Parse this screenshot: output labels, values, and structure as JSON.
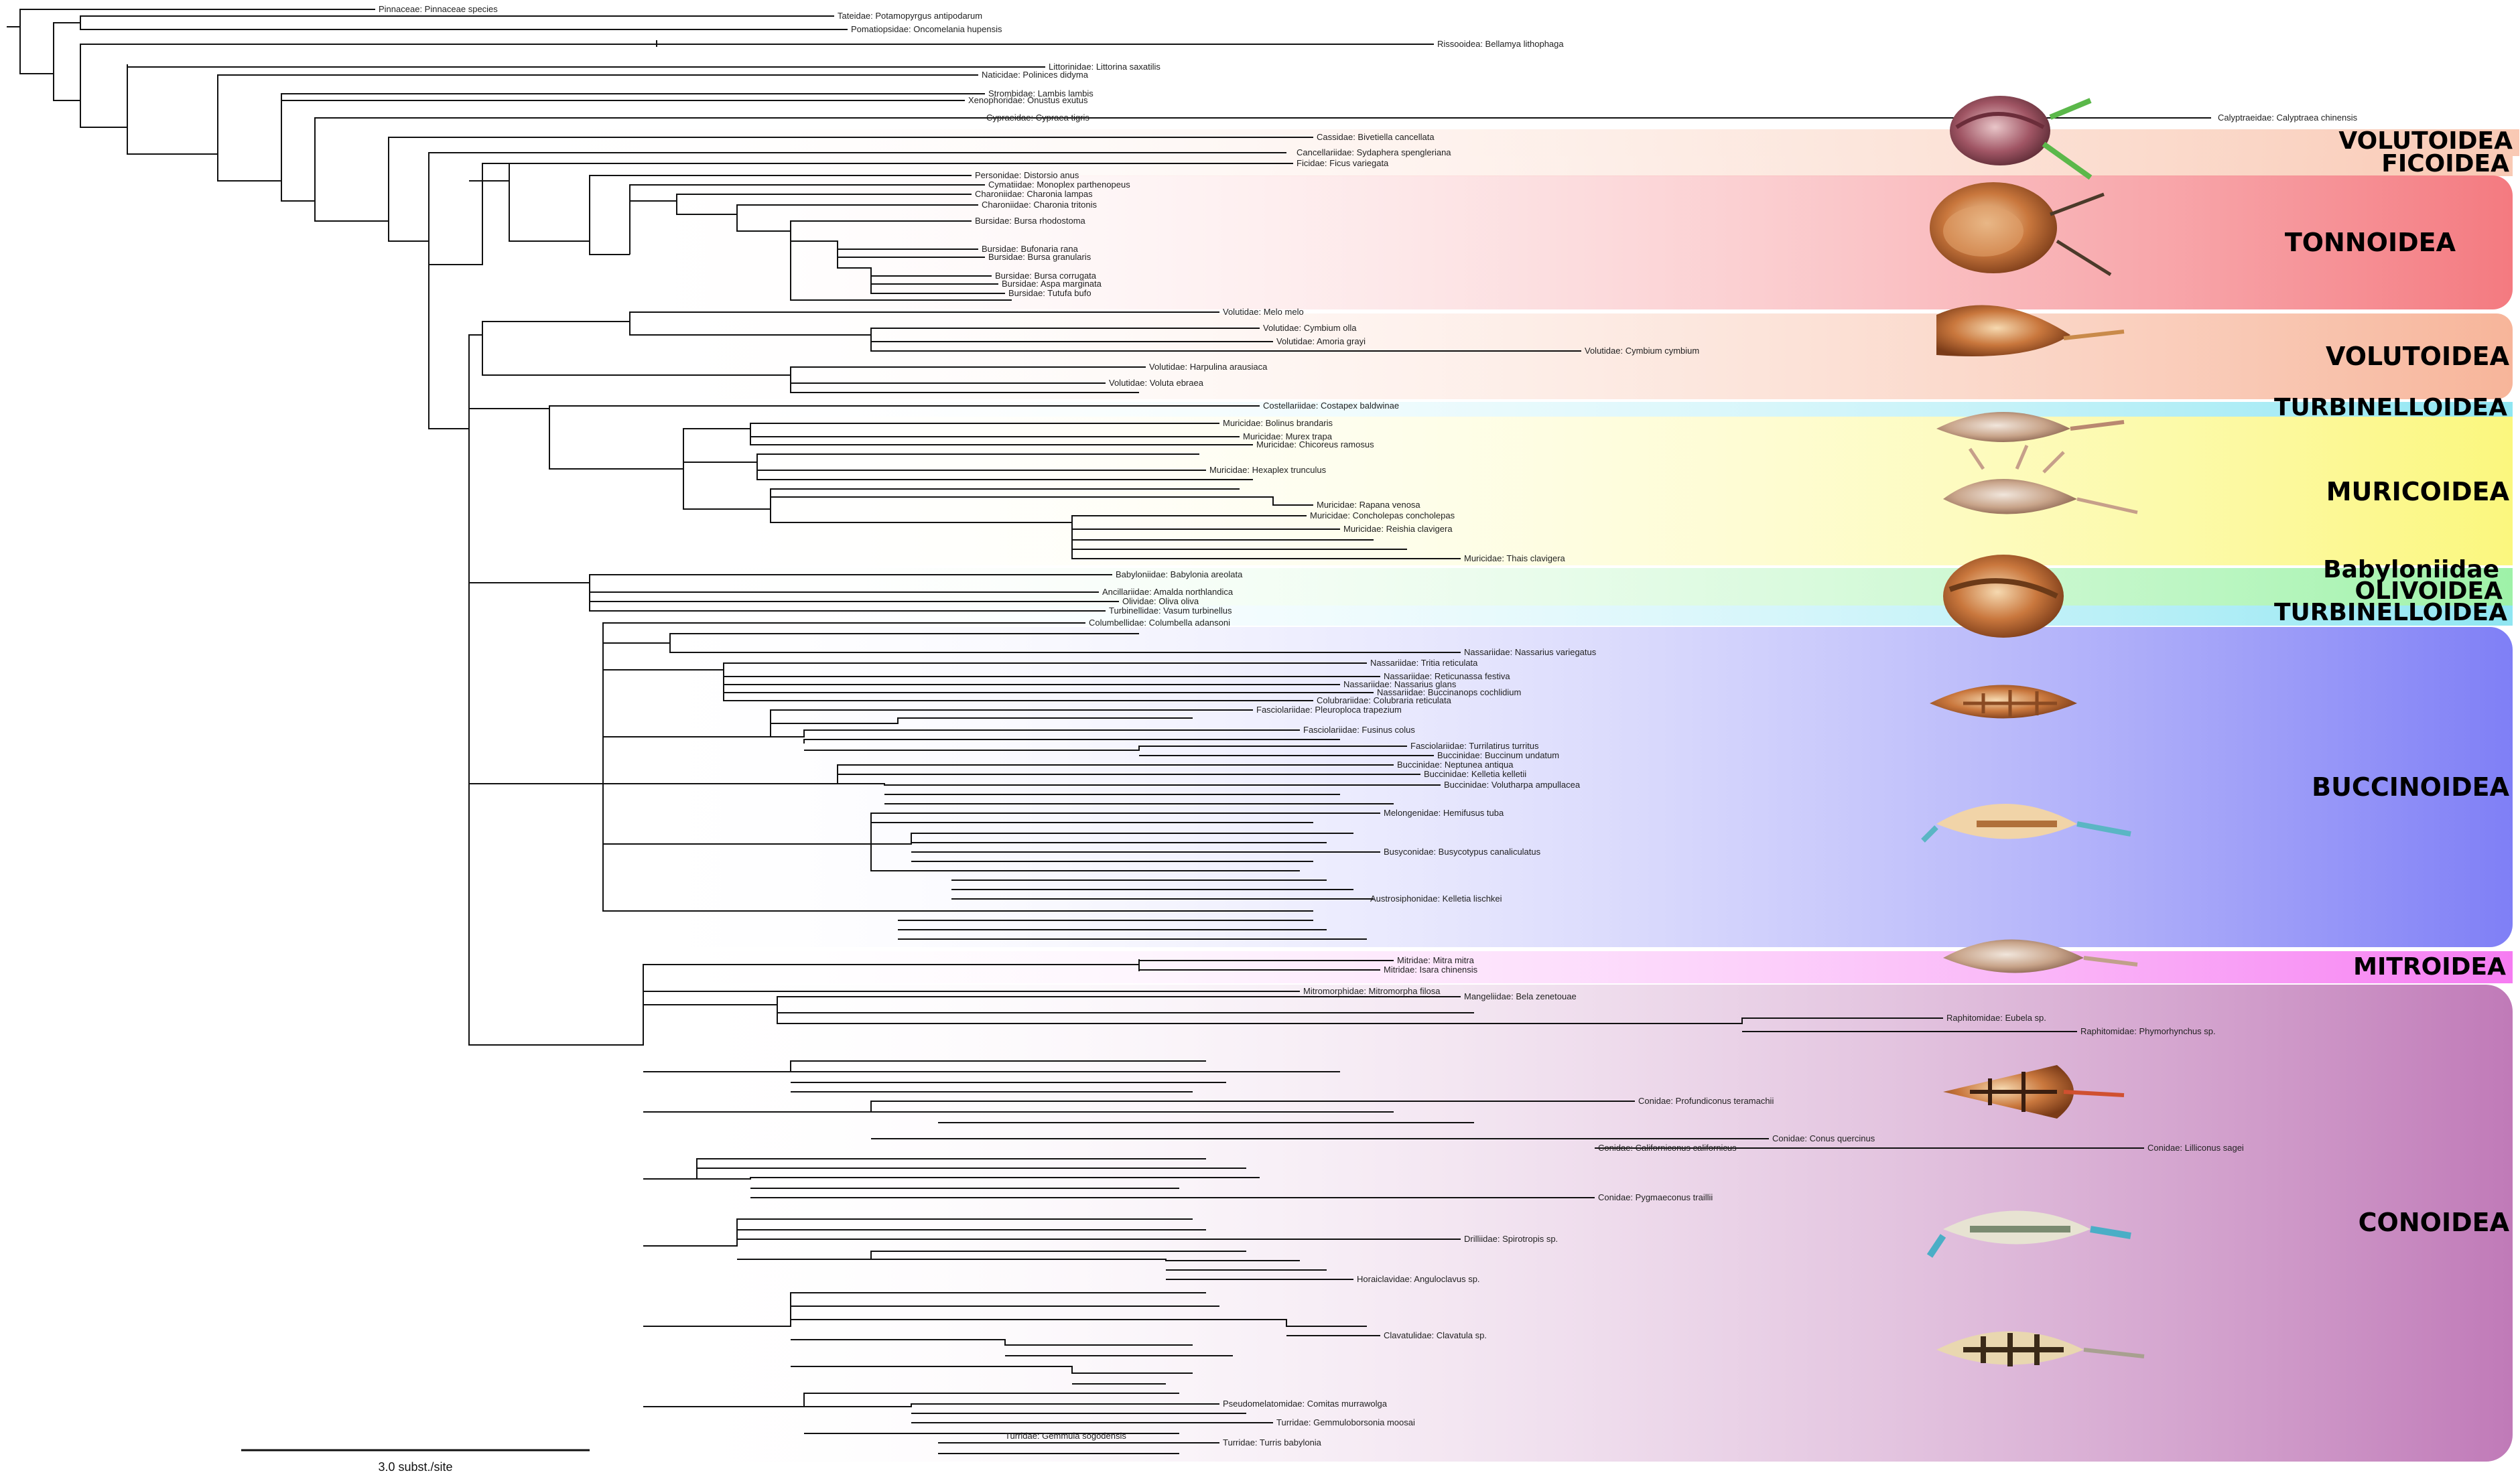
{
  "figure": {
    "scale_bar_label": "3.0 subst./site",
    "group_labels": [
      {
        "id": "volutoidea-top",
        "text": "VOLUTOIDEA",
        "color": "#f9c9b4"
      },
      {
        "id": "ficoidea",
        "text": "FICOIDEA",
        "color": "#f9c9b4"
      },
      {
        "id": "tonnoidea",
        "text": "TONNOIDEA",
        "color": "#f47a80"
      },
      {
        "id": "volutoidea",
        "text": "VOLUTOIDEA",
        "color": "#f7b59a"
      },
      {
        "id": "turbinelloidea-top",
        "text": "TURBINELLOIDEA",
        "color": "#8fe6f2"
      },
      {
        "id": "muricoidea",
        "text": "MURICOIDEA",
        "color": "#fbf77e"
      },
      {
        "id": "babyloniidae",
        "text": "Babyloniidae",
        "color": "#9ef2a8"
      },
      {
        "id": "olivoidea",
        "text": "OLIVOIDEA",
        "color": "#9ef2a8"
      },
      {
        "id": "turbinelloidea",
        "text": "TURBINELLOIDEA",
        "color": "#8fe6f2"
      },
      {
        "id": "buccinoidea",
        "text": "BUCCINOIDEA",
        "color": "#7f7ff6"
      },
      {
        "id": "mitroidea",
        "text": "MITROIDEA",
        "color": "#f67cf2"
      },
      {
        "id": "conoidea",
        "text": "CONOIDEA",
        "color": "#c07ab8"
      }
    ],
    "taxa": [
      "Pinnaceae: Pinnaceae species",
      "Tateidae: Potamopyrgus antipodarum",
      "Pomatiopsidae: Oncomelania hupensis",
      "Rissooidea: Bellamya lithophaga",
      "Littorinidae: Littorina saxatilis",
      "Naticidae: Polinices didyma",
      "Strombidae: Lambis lambis",
      "Xenophoridae: Onustus exutus",
      "Cypraeidae: Cypraea tigris",
      "Calyptraeidae: Calyptraea chinensis",
      "Cassidae: Bivetiella cancellata",
      "Cancellariidae: Sydaphera spengleriana",
      "Ficidae: Ficus variegata",
      "Personidae: Distorsio anus",
      "Cymatiidae: Monoplex parthenopeus",
      "Charoniidae: Charonia lampas",
      "Charoniidae: Charonia tritonis",
      "Bursidae: Bursa rhodostoma",
      "Bursidae: Bufonaria rana",
      "Bursidae: Bursa granularis",
      "Bursidae: Bursa corrugata",
      "Bursidae: Aspa marginata",
      "Bursidae: Tutufa bufo",
      "Volutidae: Melo melo",
      "Volutidae: Cymbium olla",
      "Volutidae: Amoria grayi",
      "Volutidae: Cymbium cymbium",
      "Volutidae: Harpulina arausiaca",
      "Volutidae: Voluta ebraea",
      "Costellariidae: Costapex baldwinae",
      "Muricidae: Bolinus brandaris",
      "Muricidae: Murex trapa",
      "Muricidae: Chicoreus ramosus",
      "Muricidae: Hexaplex trunculus",
      "Muricidae: Rapana venosa",
      "Muricidae: Concholepas concholepas",
      "Muricidae: Reishia clavigera",
      "Muricidae: Thais clavigera",
      "Babyloniidae: Babylonia areolata",
      "Ancillariidae: Amalda northlandica",
      "Olividae: Oliva oliva",
      "Turbinellidae: Vasum turbinellus",
      "Columbellidae: Columbella adansoni",
      "Nassariidae: Nassarius variegatus",
      "Nassariidae: Tritia reticulata",
      "Nassariidae: Reticunassa festiva",
      "Nassariidae: Nassarius glans",
      "Nassariidae: Buccinanops cochlidium",
      "Colubrariidae: Colubraria reticulata",
      "Fasciolariidae: Pleuroploca trapezium",
      "Fasciolariidae: Fusinus colus",
      "Fasciolariidae: Turrilatirus turritus",
      "Buccinidae: Buccinum undatum",
      "Buccinidae: Neptunea antiqua",
      "Buccinidae: Kelletia kelletii",
      "Buccinidae: Volutharpa ampullacea",
      "Melongenidae: Hemifusus tuba",
      "Busyconidae: Busycotypus canaliculatus",
      "Austrosiphonidae: Kelletia lischkei",
      "Mitridae: Mitra mitra",
      "Mitridae: Isara chinensis",
      "Mitromorphidae: Mitromorpha filosa",
      "Mangeliidae: Bela zenetouae",
      "Raphitomidae: Eubela sp.",
      "Raphitomidae: Phymorhynchus sp.",
      "Conidae: Profundiconus teramachii",
      "Conidae: Conus quercinus",
      "Conidae: Californiconus californicus",
      "Conidae: Lilliconus sagei",
      "Conidae: Pygmaeconus traillii",
      "Drilliidae: Spirotropis sp.",
      "Horaiclavidae: Anguloclavus sp.",
      "Clavatulidae: Clavatula sp.",
      "Pseudomelatomidae: Comitas murrawolga",
      "Turridae: Gemmuloborsonia moosai",
      "Turridae: Turris babylonia",
      "Turridae: Gemmula sogodensis"
    ]
  }
}
